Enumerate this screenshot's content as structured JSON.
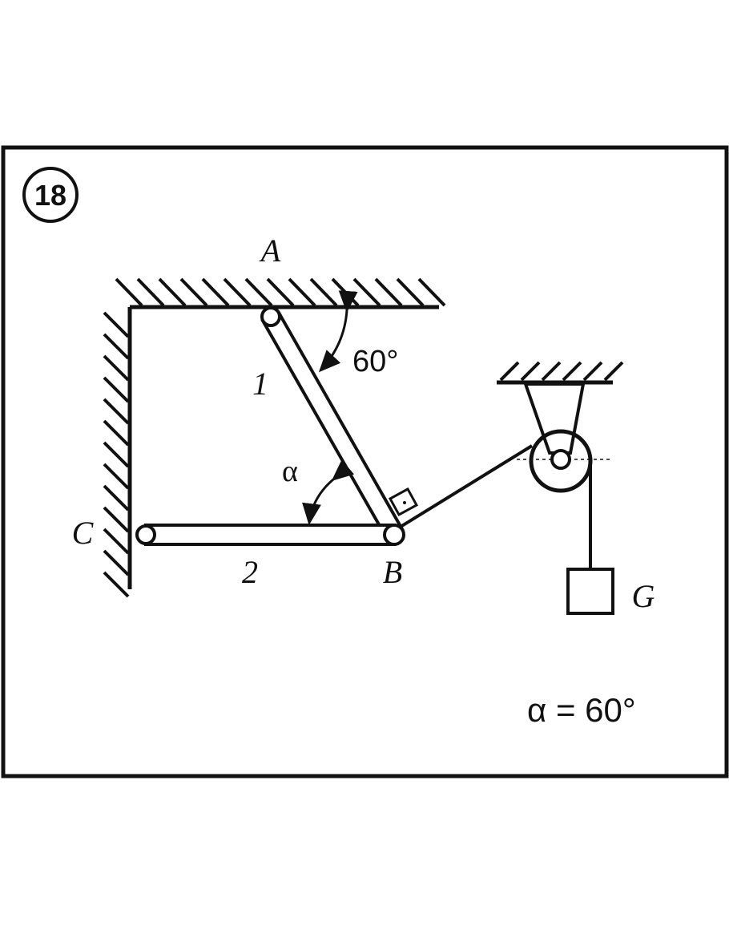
{
  "problem_number": "18",
  "labels": {
    "A": "A",
    "B": "B",
    "C": "C",
    "G": "G",
    "rod1": "1",
    "rod2": "2",
    "angle_top": "60°",
    "angle_alpha": "α"
  },
  "given": "α = 60°",
  "colors": {
    "ink": "#111111",
    "background": "#ffffff"
  }
}
